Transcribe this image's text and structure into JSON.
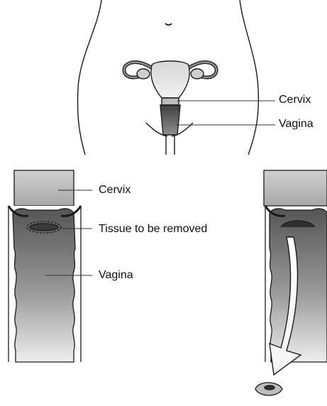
{
  "labels": {
    "cervix_top": "Cervix",
    "vagina_top": "Vagina",
    "cervix_bottom": "Cervix",
    "tissue": "Tissue to be removed",
    "vagina_bottom": "Vagina"
  },
  "colors": {
    "outline": "#1a1a1a",
    "leader": "#333333",
    "tissue_dark": "#3a3a3a",
    "canal_dark": "#4a4a4a",
    "canal_light": "#e8e8e8",
    "cervix_tone": "#bdbdbd"
  }
}
